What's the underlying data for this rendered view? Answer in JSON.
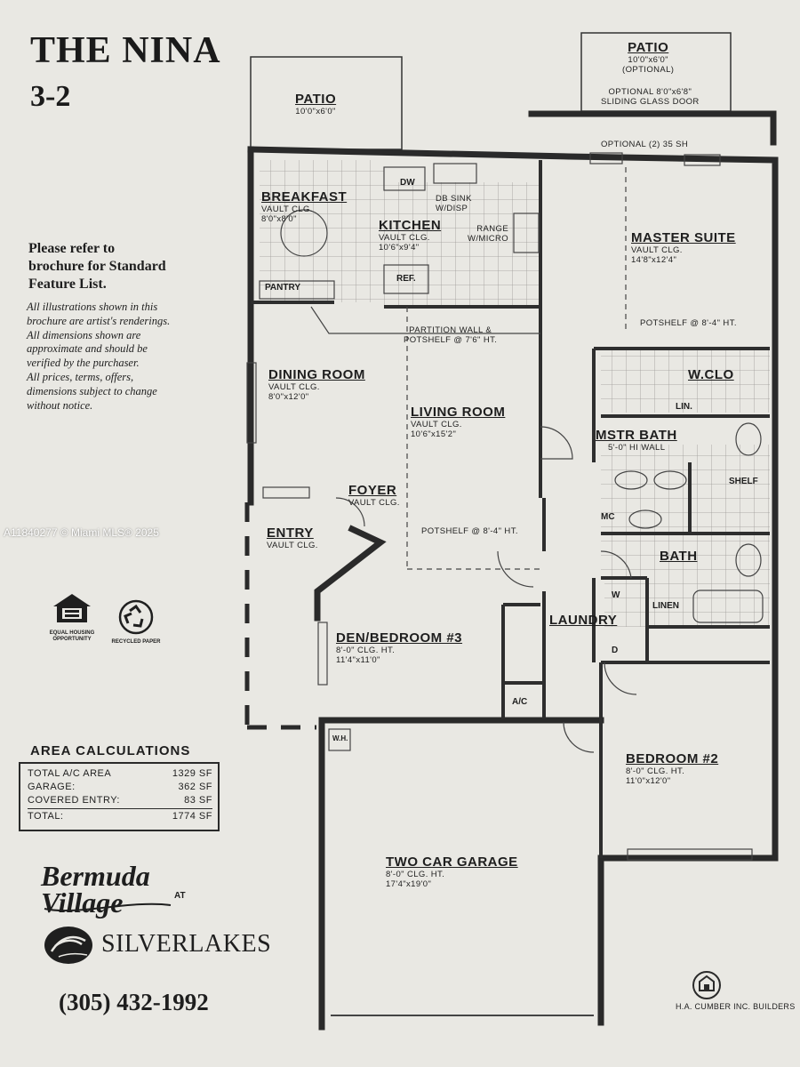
{
  "plan": {
    "name": "THE NINA",
    "type": "3-2"
  },
  "brochure": {
    "refer": "Please refer to\nbrochure for Standard\nFeature List.",
    "disclaimer": "All illustrations shown in this\nbrochure are artist's renderings.\nAll dimensions shown are\napproximate and should be\nverified by the purchaser.\nAll prices, terms, offers,\ndimensions subject to change\nwithout notice."
  },
  "watermark": "A11840277 © Miami MLS® 2025",
  "logos": {
    "equal_housing_caption": "EQUAL HOUSING\nOPPORTUNITY",
    "equal_housing_icon": "house-equal-icon",
    "recycled_caption": "RECYCLED PAPER",
    "recycled_icon": "recycle-icon"
  },
  "area": {
    "heading": "AREA CALCULATIONS",
    "rows": [
      {
        "label": "TOTAL A/C AREA",
        "value": "1329 SF"
      },
      {
        "label": "GARAGE:",
        "value": "362 SF"
      },
      {
        "label": "COVERED ENTRY:",
        "value": "83 SF"
      }
    ],
    "total": {
      "label": "TOTAL:",
      "value": "1774 SF"
    }
  },
  "branding": {
    "community": "Bermuda\nVillage",
    "at": "AT",
    "silverlakes": "SILVERLAKES",
    "phone": "(305) 432-1992",
    "builder": "H.A. CUMBER INC. BUILDERS"
  },
  "rooms": {
    "patio": {
      "name": "PATIO",
      "size": "10'0\"x6'0\""
    },
    "patio_optional": {
      "name": "PATIO",
      "size": "10'0\"x6'0\"\n(OPTIONAL)"
    },
    "breakfast": {
      "name": "BREAKFAST",
      "detail": "VAULT CLG.\n8'0\"x8'0\""
    },
    "kitchen": {
      "name": "KITCHEN",
      "detail": "VAULT CLG.\n10'6\"x9'4\""
    },
    "master_suite": {
      "name": "MASTER SUITE",
      "detail": "VAULT CLG.\n14'8\"x12'4\""
    },
    "dining": {
      "name": "DINING ROOM",
      "detail": "VAULT CLG.\n8'0\"x12'0\""
    },
    "living": {
      "name": "LIVING ROOM",
      "detail": "VAULT CLG.\n10'6\"x15'2\""
    },
    "wclo": {
      "name": "W.CLO"
    },
    "mstr_bath": {
      "name": "MSTR BATH",
      "detail": "5'-0\" HI WALL"
    },
    "foyer": {
      "name": "FOYER",
      "detail": "VAULT CLG."
    },
    "entry": {
      "name": "ENTRY",
      "detail": "VAULT CLG."
    },
    "bath": {
      "name": "BATH"
    },
    "laundry": {
      "name": "LAUNDRY"
    },
    "den": {
      "name": "DEN/BEDROOM #3",
      "detail": "8'-0\" CLG. HT.\n11'4\"x11'0\""
    },
    "bedroom2": {
      "name": "BEDROOM #2",
      "detail": "8'-0\" CLG. HT.\n11'0\"x12'0\""
    },
    "garage": {
      "name": "TWO CAR GARAGE",
      "detail": "8'-0\" CLG. HT.\n17'4\"x19'0\""
    }
  },
  "labels": {
    "optional_door": "OPTIONAL 8'0\"x6'8\"\nSLIDING GLASS DOOR",
    "optional_sh": "OPTIONAL (2) 35 SH",
    "dw": "DW",
    "db_sink": "DB SINK\nW/DISP",
    "range": "RANGE\nW/MICRO",
    "pantry": "PANTRY",
    "ref": "REF.",
    "partition": "PARTITION WALL &\nPOTSHELF @ 7'6\" HT.",
    "potshelf_master": "POTSHELF @ 8'-4\" HT.",
    "potshelf_foyer": "POTSHELF @ 8'-4\" HT.",
    "lin": "LIN.",
    "mc": "MC",
    "shelf": "SHELF",
    "linen": "LINEN",
    "w": "W",
    "d": "D",
    "ac": "A/C",
    "wh": "W.H."
  }
}
